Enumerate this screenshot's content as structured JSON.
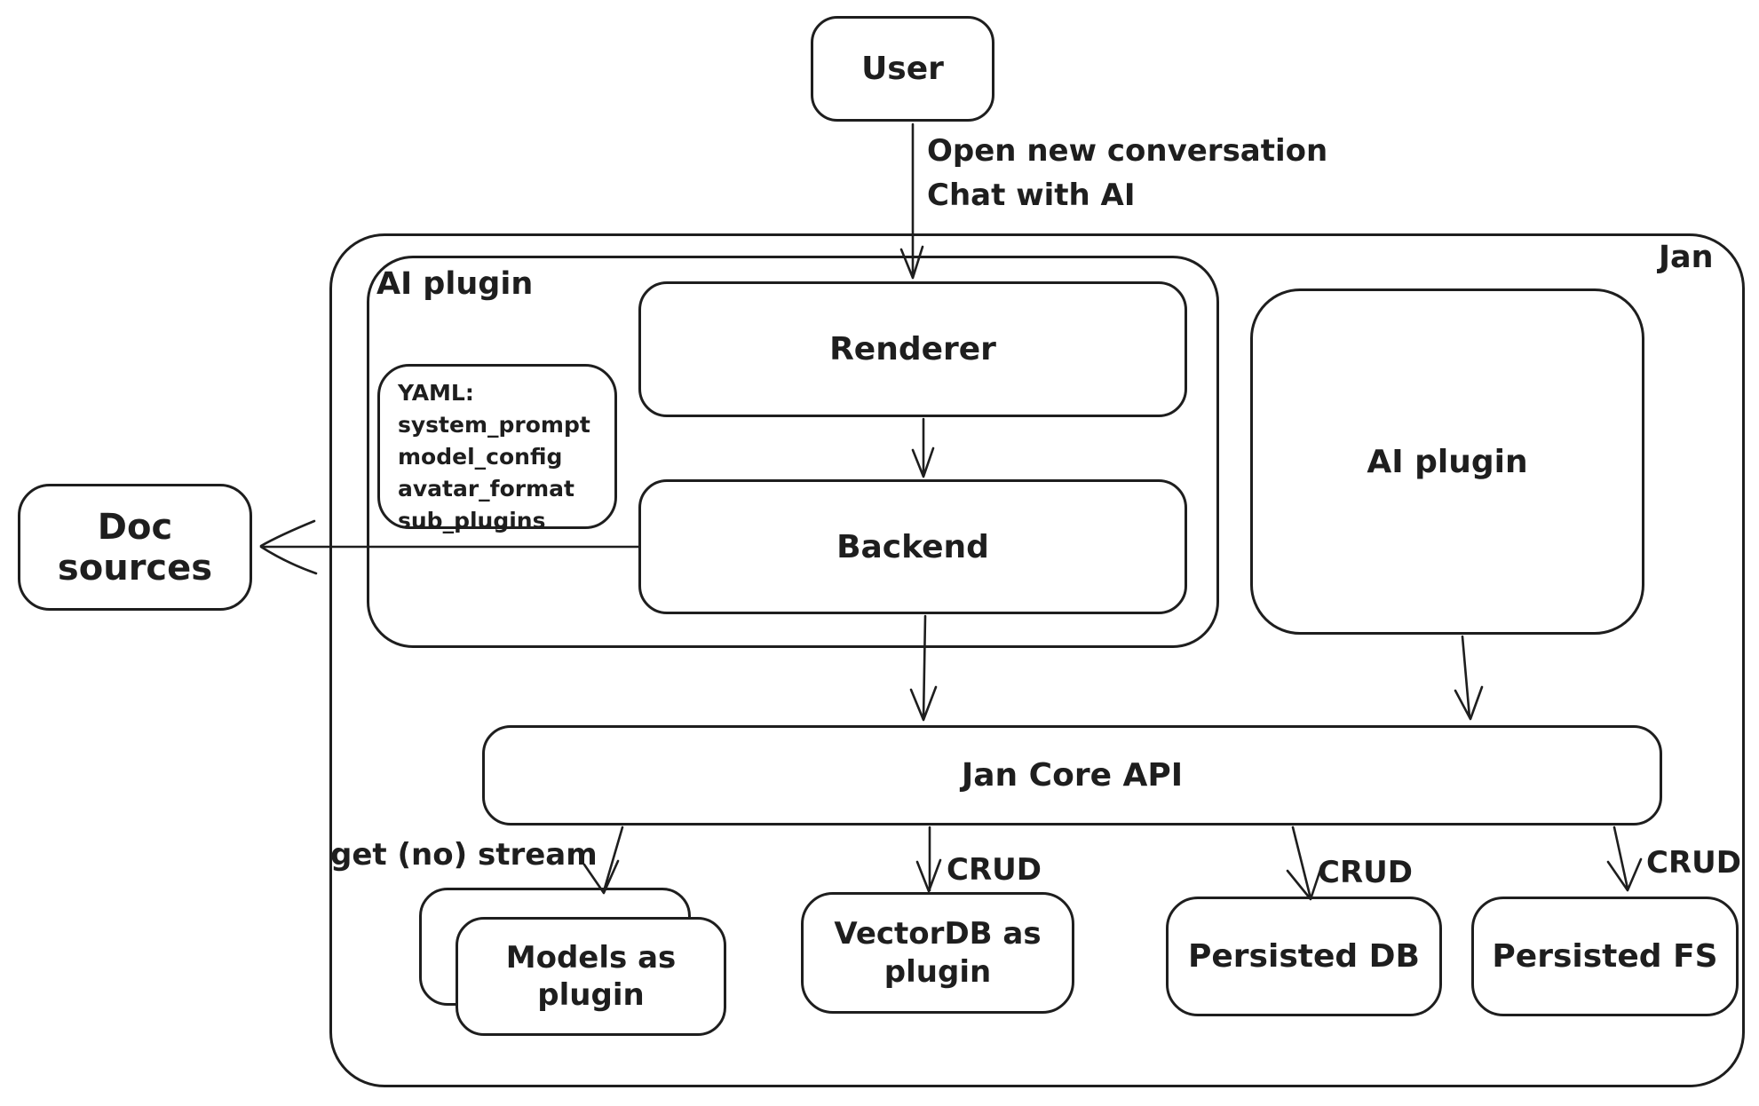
{
  "diagram": {
    "colors": {
      "stroke": "#1e1e1e",
      "background": "#ffffff"
    },
    "nodes": {
      "user": {
        "label": "User"
      },
      "jan_container": {
        "label": "Jan"
      },
      "ai_plugin_group": {
        "label": "AI plugin"
      },
      "renderer": {
        "label": "Renderer"
      },
      "backend": {
        "label": "Backend"
      },
      "yaml_note": {
        "title": "YAML:",
        "lines": [
          "system_prompt",
          "model_config",
          "avatar_format",
          "sub_plugins"
        ]
      },
      "doc_sources": {
        "label": "Doc sources"
      },
      "ai_plugin_box": {
        "label": "AI plugin"
      },
      "jan_core_api": {
        "label": "Jan Core API"
      },
      "models_plugin": {
        "label": "Models as plugin"
      },
      "vectordb_plugin": {
        "label": "VectorDB as plugin"
      },
      "persisted_db": {
        "label": "Persisted DB"
      },
      "persisted_fs": {
        "label": "Persisted FS"
      }
    },
    "edge_labels": {
      "user_action_line1": "Open new conversation",
      "user_action_line2": "Chat with AI",
      "get_stream": "get (no) stream",
      "crud_vectordb": "CRUD",
      "crud_persisted_db": "CRUD",
      "crud_persisted_fs": "CRUD"
    }
  }
}
